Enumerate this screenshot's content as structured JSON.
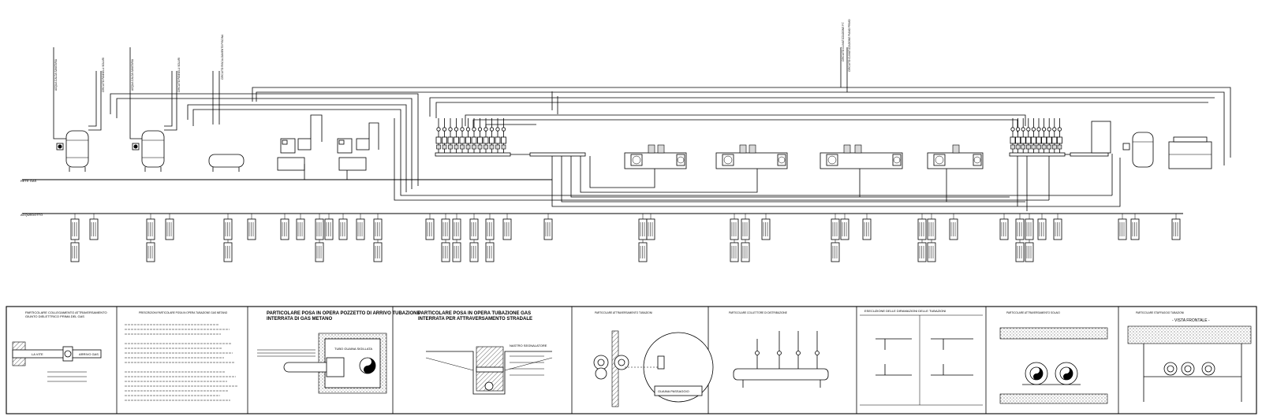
{
  "rails": {
    "gas_label": "RETE GAS",
    "water_label": "ACQUEDOTTO"
  },
  "vertical_labels": [
    "ACQUA CALDA SANITARIA",
    "CIRCUITO PANNELLI SOLARI",
    "ACQUA CALDA SANITARIA",
    "CIRCUITO PANNELLI SOLARI",
    "CIRCUITO RISCALDAMENTO PISCINA",
    "CIRCUITO CLIMATIZZAZIONE P.T.",
    "CIRCUITO CLIMATIZZAZIONE PIANO PRIMO"
  ],
  "details": [
    {
      "title": "PARTICOLARE COLLEGAMENTO ATTRAVERSAMENTO",
      "subtitle": "GIUNTO DIELETTRICO PRIMA DEL GAS",
      "labels": [
        "LA VITE",
        "ARRIVO GAS"
      ]
    },
    {
      "title": "PRESCRIZIONI PARTICOLARE POSA IN OPERA TUBAZIONE GAS METANO",
      "subtitle": "",
      "labels": []
    },
    {
      "title": "PARTICOLARE POSA IN OPERA POZZETTO DI ARRIVO TUBAZIONE",
      "subtitle": "INTERRATA DI GAS METANO",
      "labels": [
        "TUBO GUAINA SIGILLATA"
      ]
    },
    {
      "title": "PARTICOLARE POSA IN OPERA TUBAZIONE GAS",
      "subtitle": "INTERRATA PER ATTRAVERSAMENTO STRADALE",
      "labels": [
        "NASTRO SEGNALATORE"
      ]
    },
    {
      "title": "PARTICOLARE ATTRAVERSAMENTO TUBAZIONI",
      "subtitle": "",
      "labels": [
        "GUAINA PASSAGGIO"
      ]
    },
    {
      "title": "PARTICOLARE COLLETTORE DI DISTRIBUZIONE",
      "subtitle": "",
      "labels": []
    },
    {
      "title": "ESECUZIONE DELLE DIRAMAZIONI DELLE TUBAZIONI",
      "subtitle": "",
      "labels": []
    },
    {
      "title": "PARTICOLARE ATTRAVERSAMENTO SOLAIO",
      "subtitle": "",
      "labels": []
    },
    {
      "title": "PARTICOLARE STAFFAGGIO TUBAZIONI",
      "subtitle": "",
      "labels": [
        "- VISTA FRONTALE -"
      ]
    }
  ]
}
